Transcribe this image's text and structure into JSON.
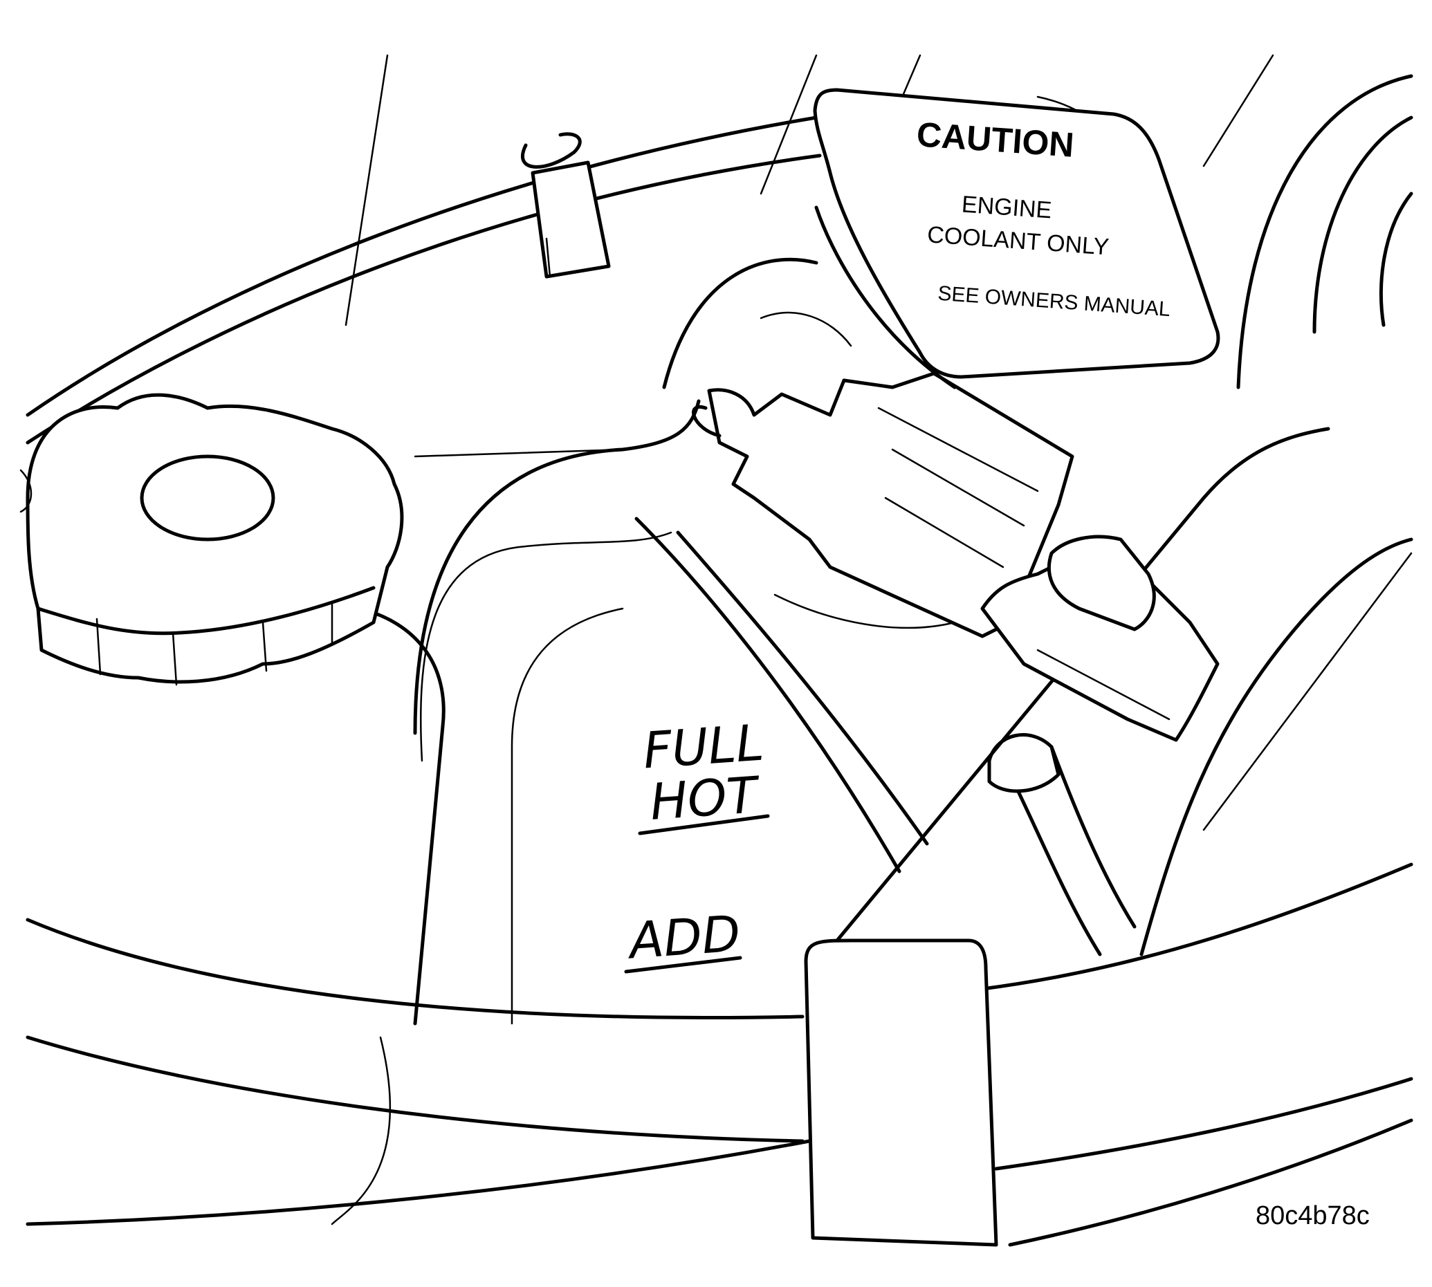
{
  "caution_label": {
    "title": "CAUTION",
    "line1": "ENGINE",
    "line2": "COOLANT ONLY",
    "line3": "SEE OWNERS MANUAL"
  },
  "level_marks": {
    "full_line1": "FULL",
    "full_line2": "HOT",
    "add": "ADD"
  },
  "figure_id": "80c4b78c"
}
